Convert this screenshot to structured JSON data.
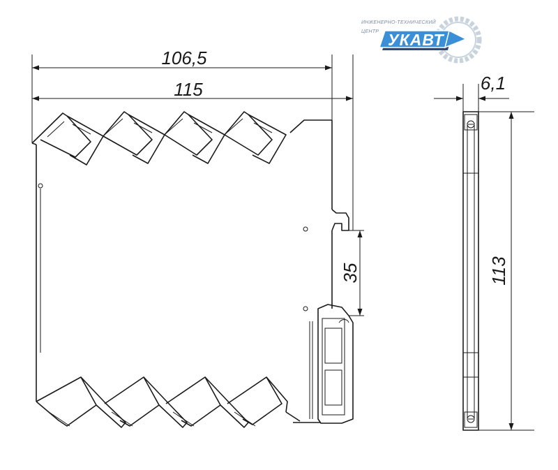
{
  "logo": {
    "top_text": "ИНЖЕНЕРНО-ТЕХНИЧЕСКИЙ",
    "middle_text": "ЦЕНТР",
    "brand": "УКАВТ",
    "colors": {
      "blue": "#3a8fd6",
      "dark": "#2b4a7a",
      "gray": "#cfd8e3"
    }
  },
  "dimensions": {
    "width_inner": "106,5",
    "width_outer": "115",
    "rail": "35",
    "thickness": "6,1",
    "height": "113"
  }
}
